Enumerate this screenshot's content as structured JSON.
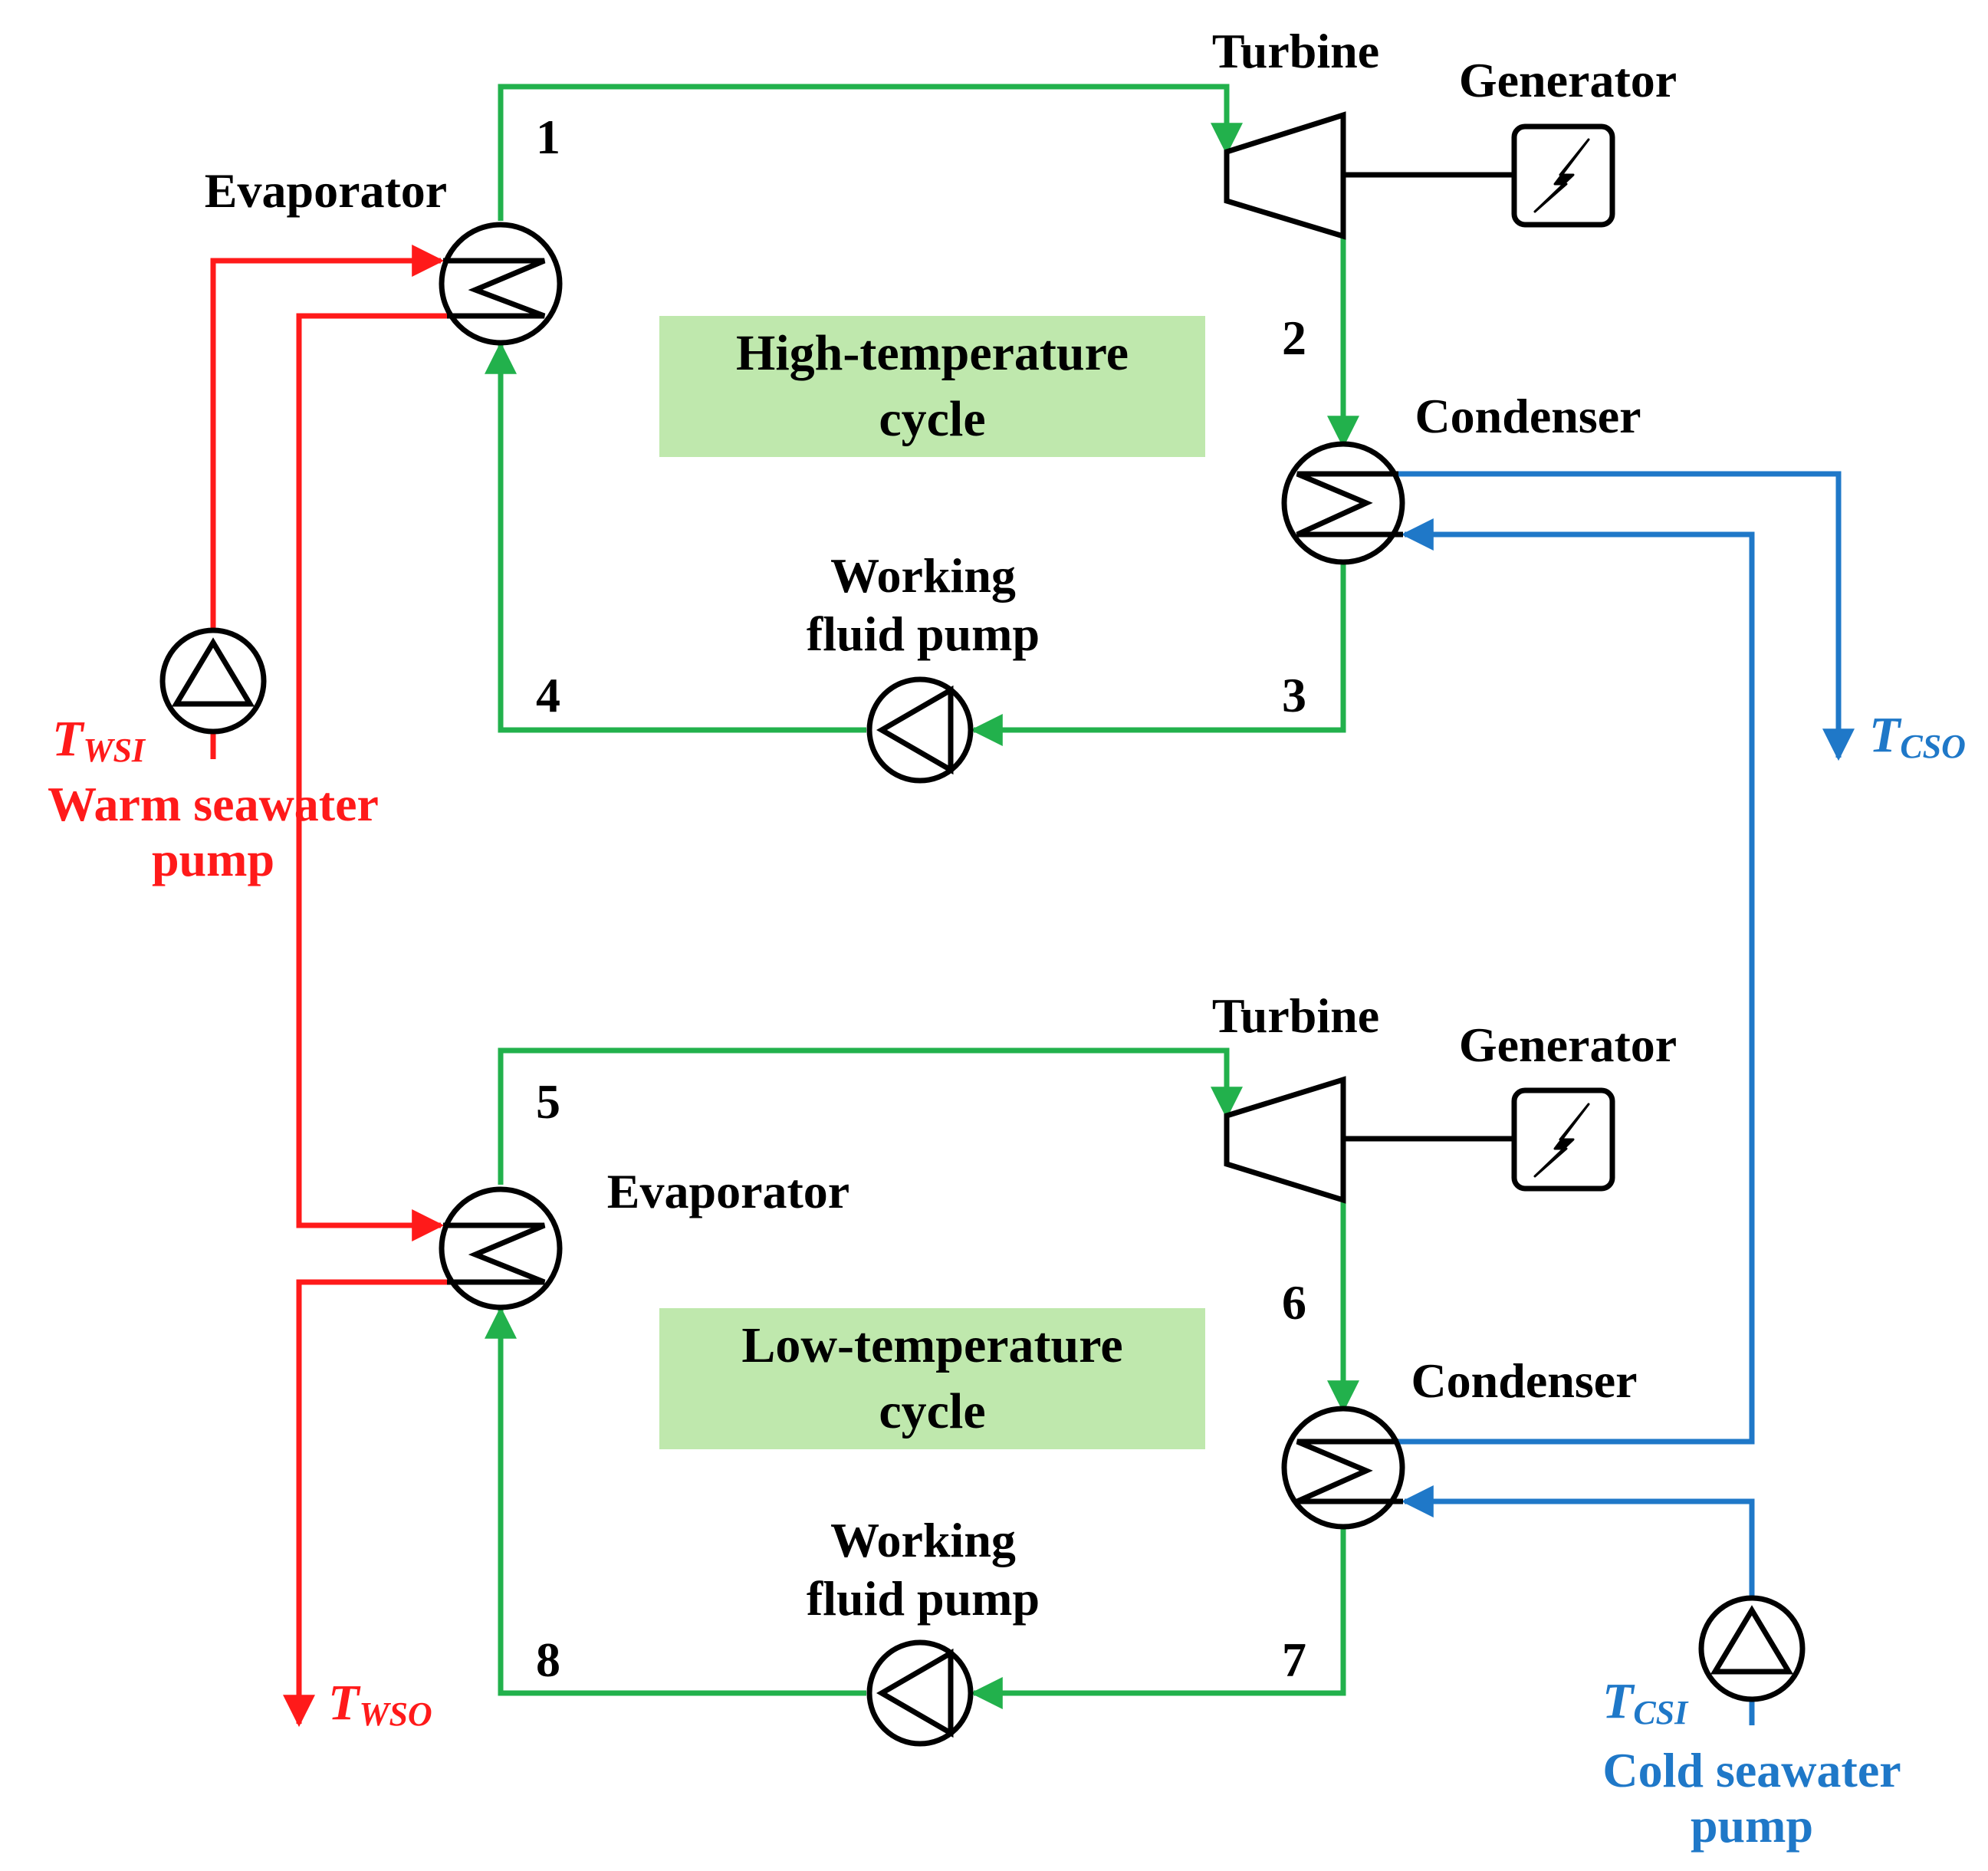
{
  "colors": {
    "working_fluid": "#22b14c",
    "warm_seawater": "#ff1a1a",
    "cold_seawater": "#1f78c8",
    "cycle_box": "#bfe8ad",
    "component": "#000000"
  },
  "high_cycle": {
    "title_line1": "High-temperature",
    "title_line2": "cycle",
    "turbine": "Turbine",
    "generator": "Generator",
    "evaporator": "Evaporator",
    "condenser": "Condenser",
    "pump_line1": "Working",
    "pump_line2": "fluid pump",
    "states": [
      "1",
      "2",
      "3",
      "4"
    ]
  },
  "low_cycle": {
    "title_line1": "Low-temperature",
    "title_line2": "cycle",
    "turbine": "Turbine",
    "generator": "Generator",
    "evaporator": "Evaporator",
    "condenser": "Condenser",
    "pump_line1": "Working",
    "pump_line2": "fluid pump",
    "states": [
      "5",
      "6",
      "7",
      "8"
    ]
  },
  "warm_pump": {
    "line1": "Warm seawater",
    "line2": "pump"
  },
  "cold_pump": {
    "line1": "Cold seawater",
    "line2": "pump"
  },
  "temps": {
    "t_wsi": {
      "base": "T",
      "sub": "WSI"
    },
    "t_wso": {
      "base": "T",
      "sub": "WSO"
    },
    "t_cso": {
      "base": "T",
      "sub": "CSO"
    },
    "t_csi": {
      "base": "T",
      "sub": "CSI"
    }
  }
}
